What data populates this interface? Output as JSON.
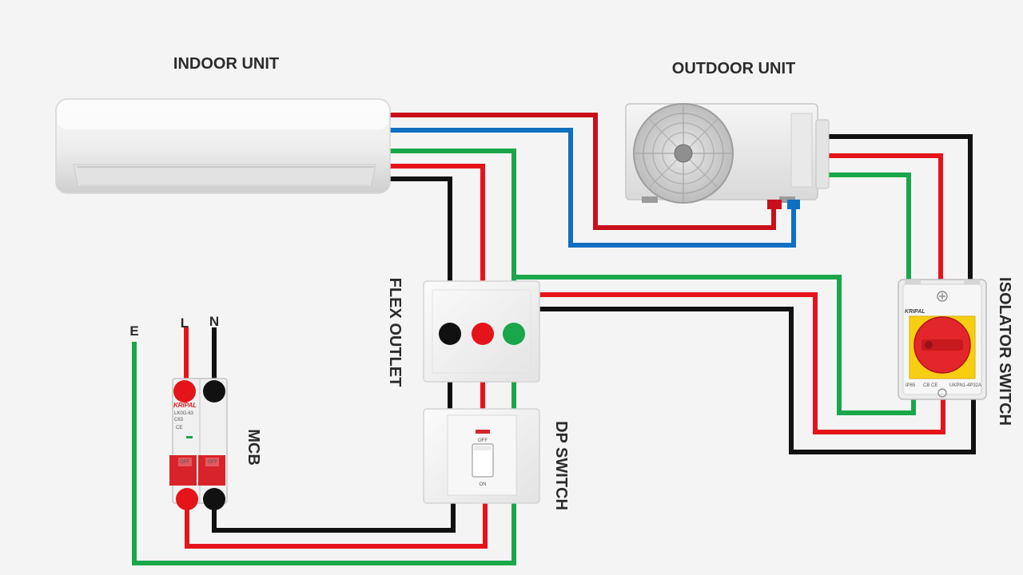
{
  "labels": {
    "indoor_unit": "INDOOR UNIT",
    "outdoor_unit": "OUTDOOR UNIT",
    "flex_outlet": "FLEX OUTLET",
    "dp_switch": "DP SWITCH",
    "isolator_switch": "ISOLATOR SWITCH",
    "mcb": "MCB"
  },
  "supply": {
    "earth": "E",
    "line": "L",
    "neutral": "N"
  },
  "mcb": {
    "brand": "KRIPAL",
    "model": "LK0G-63",
    "rating": "C63",
    "ce": "CE",
    "off_left": "OFF",
    "off_right": "OFF"
  },
  "dp_switch": {
    "off": "OFF",
    "on": "ON"
  },
  "isolator": {
    "brand": "KRIPAL",
    "ip_rating": "IP65",
    "marks": "CB CE",
    "model": "UKPN1-4P32A"
  },
  "colors": {
    "line": "#e5141a",
    "neutral": "#111111",
    "earth": "#1aa64a",
    "interconnect_red": "#c8101a",
    "interconnect_blue": "#0f6fc1",
    "isolator_knob": "#e3262b",
    "isolator_plate": "#f7cf12"
  }
}
